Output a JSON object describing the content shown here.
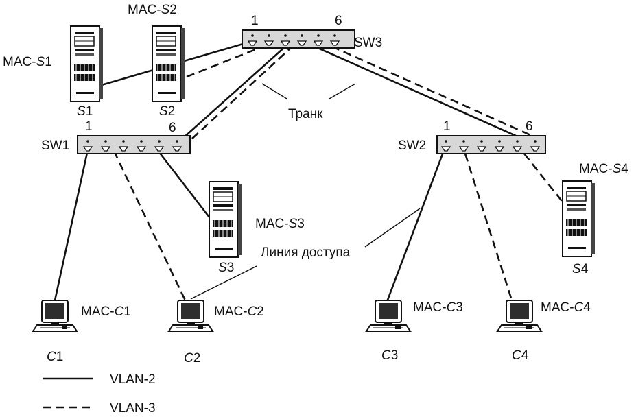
{
  "colors": {
    "ink": "#111111",
    "device_fill": "#ffffff",
    "switch_fill": "#d7d7d7"
  },
  "switches": {
    "sw1": {
      "name": "SW1",
      "port_first": "1",
      "port_last": "6"
    },
    "sw2": {
      "name": "SW2",
      "port_first": "1",
      "port_last": "6"
    },
    "sw3": {
      "name": "SW3",
      "port_first": "1",
      "port_last": "6"
    }
  },
  "servers": {
    "s1": {
      "name_letter": "S",
      "name_index": "1",
      "mac_prefix": "MAC-",
      "mac_letter": "S",
      "mac_index": "1"
    },
    "s2": {
      "name_letter": "S",
      "name_index": "2",
      "mac_prefix": "MAC-",
      "mac_letter": "S",
      "mac_index": "2"
    },
    "s3": {
      "name_letter": "S",
      "name_index": "3",
      "mac_prefix": "MAC-",
      "mac_letter": "S",
      "mac_index": "3"
    },
    "s4": {
      "name_letter": "S",
      "name_index": "4",
      "mac_prefix": "MAC-",
      "mac_letter": "S",
      "mac_index": "4"
    }
  },
  "clients": {
    "c1": {
      "name_letter": "C",
      "name_index": "1",
      "mac_prefix": "MAC-",
      "mac_letter": "C",
      "mac_index": "1"
    },
    "c2": {
      "name_letter": "C",
      "name_index": "2",
      "mac_prefix": "MAC-",
      "mac_letter": "C",
      "mac_index": "2"
    },
    "c3": {
      "name_letter": "C",
      "name_index": "3",
      "mac_prefix": "MAC-",
      "mac_letter": "C",
      "mac_index": "3"
    },
    "c4": {
      "name_letter": "C",
      "name_index": "4",
      "mac_prefix": "MAC-",
      "mac_letter": "C",
      "mac_index": "4"
    }
  },
  "annotations": {
    "trunk": "Транк",
    "access_line": "Линия доступа"
  },
  "legend": {
    "solid": "VLAN-2",
    "dashed": "VLAN-3"
  }
}
